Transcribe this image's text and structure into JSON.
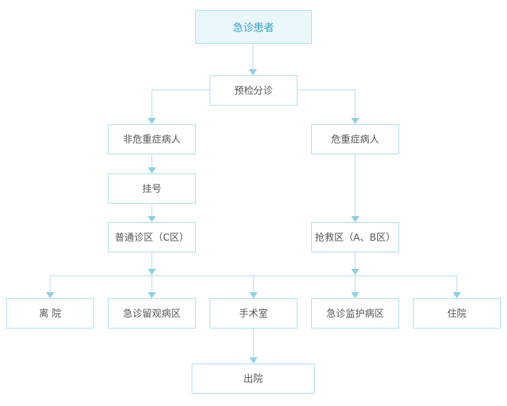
{
  "colors": {
    "line": "#a8d8e6",
    "arrow": "#8fd0e3",
    "node_border": "#a8dbe8",
    "root_fill": "#e9f7fb",
    "root_text": "#3a9fc0",
    "text": "#555555"
  },
  "nodes": {
    "emergency_patient": "急诊患者",
    "triage": "预检分诊",
    "non_critical": "非危重症病人",
    "critical": "危重症病人",
    "registration": "挂号",
    "general_clinic": "普通诊区（C区）",
    "rescue_area": "抢救区（A、B区）",
    "discharge_leave": "离 院",
    "observation_ward": "急诊留观病区",
    "operating_room": "手术室",
    "monitoring_ward": "急诊监护病区",
    "hospitalization": "住院",
    "discharge": "出院"
  }
}
